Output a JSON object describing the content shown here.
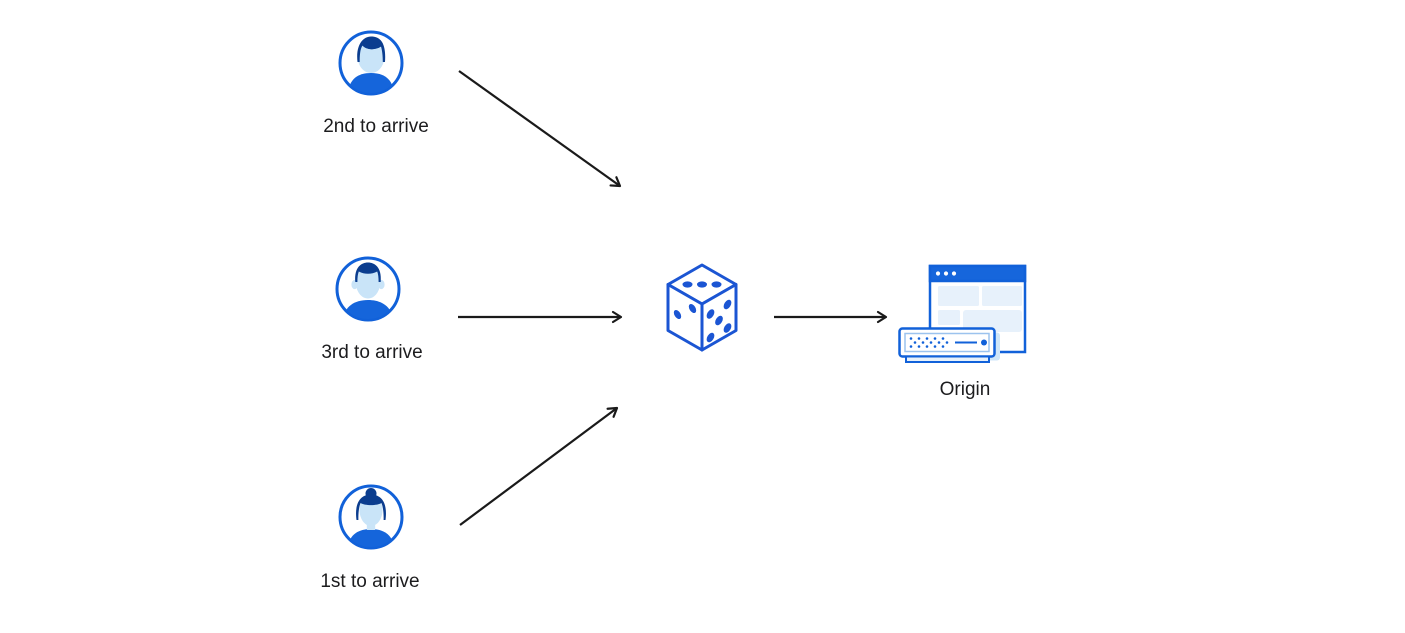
{
  "diagram": {
    "nodes": [
      {
        "id": "user-second",
        "label": "2nd to arrive",
        "icon": "user-male-swept-hair-icon"
      },
      {
        "id": "user-third",
        "label": "3rd to arrive",
        "icon": "user-male-short-hair-icon"
      },
      {
        "id": "user-first",
        "label": "1st to arrive",
        "icon": "user-female-bun-icon"
      },
      {
        "id": "dice",
        "label": "",
        "icon": "dice-icon"
      },
      {
        "id": "origin",
        "label": "Origin",
        "icon": "origin-server-icon"
      }
    ],
    "connections": [
      {
        "from": "user-second",
        "to": "dice"
      },
      {
        "from": "user-third",
        "to": "dice"
      },
      {
        "from": "user-first",
        "to": "dice"
      },
      {
        "from": "dice",
        "to": "origin"
      }
    ],
    "colors": {
      "background": "#FFFFFF",
      "primary_blue": "#1161D9",
      "dice_blue": "#1B55D3",
      "topbar_blue": "#1666DC",
      "dark_navy": "#0B3D8F",
      "face_blue": "#C9E4F8",
      "panel_blue": "#E7F1FB",
      "shadow_blue": "#CFE6F8",
      "arrow_black": "#1A1A1A"
    }
  }
}
